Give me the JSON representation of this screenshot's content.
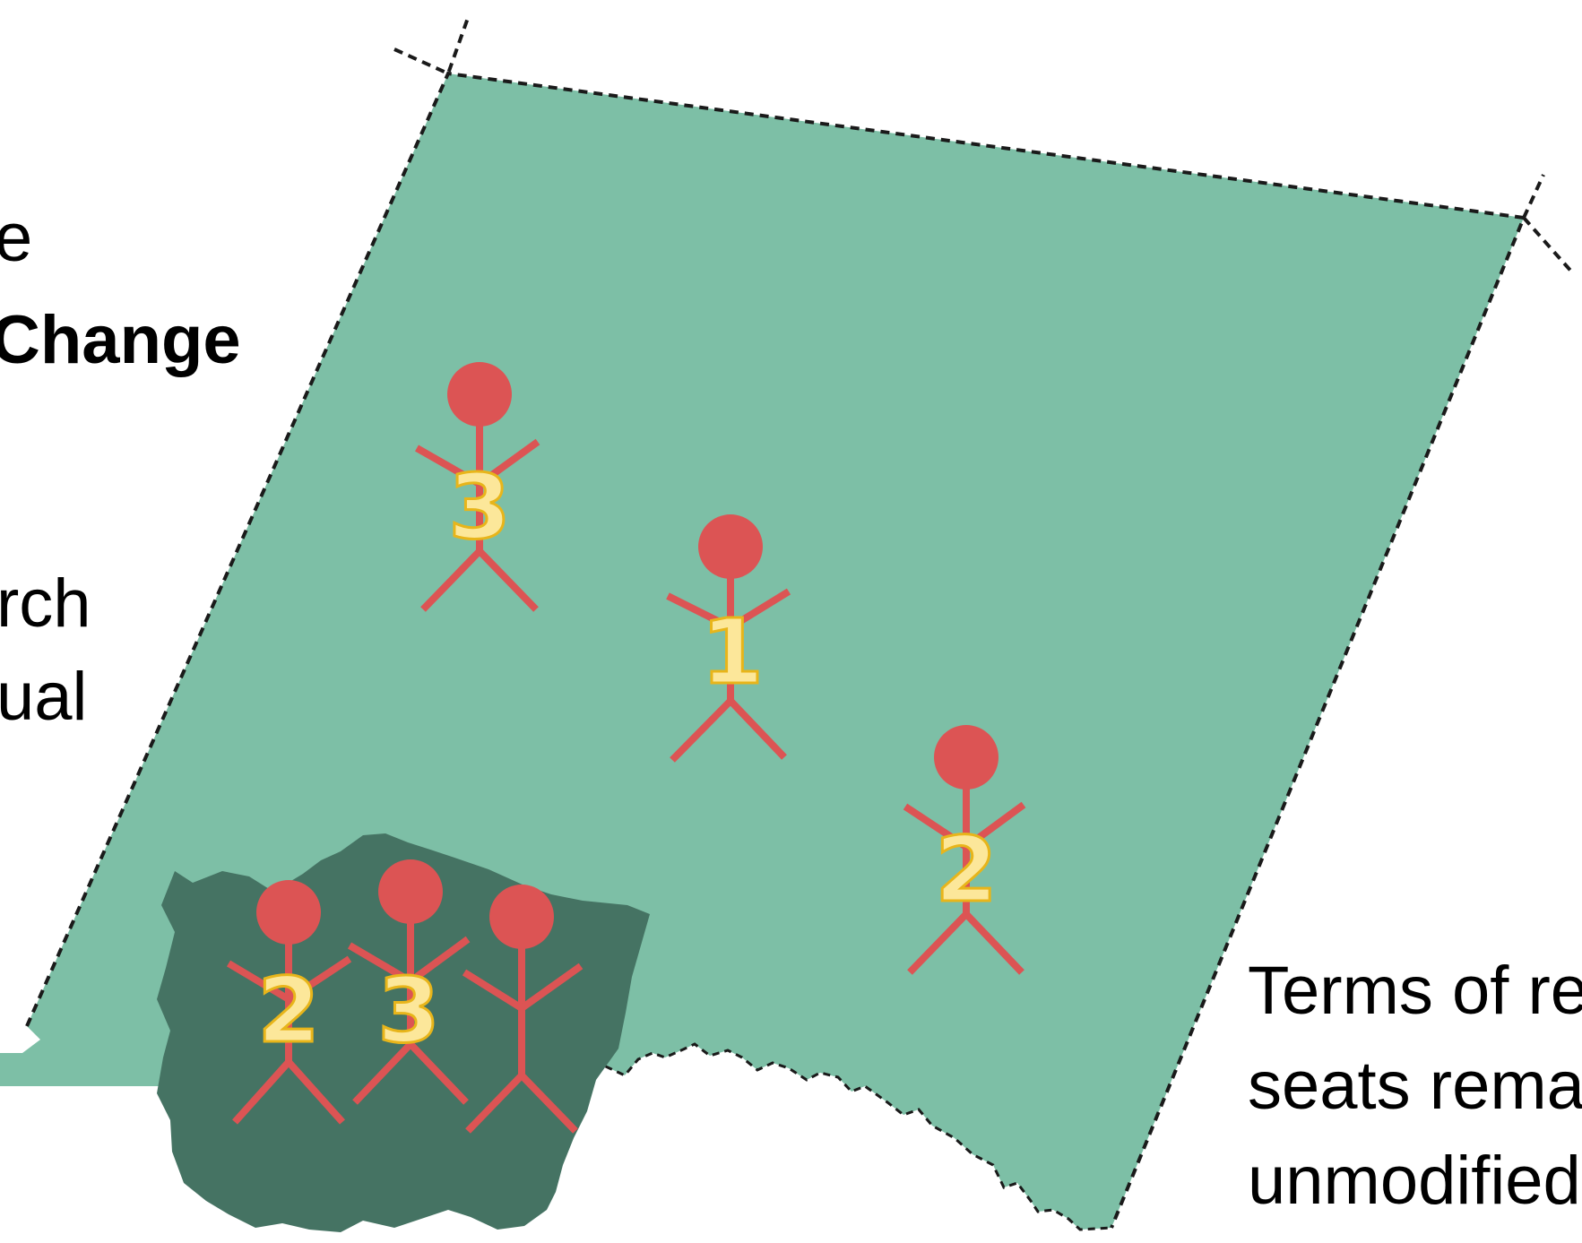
{
  "left_text": {
    "line1": "e",
    "line2": "Change",
    "line3": "rch",
    "line4": "ual"
  },
  "right_text": {
    "line1": "Terms of re",
    "line2": "seats rema",
    "line3": "unmodified"
  },
  "figures": [
    {
      "label": "3"
    },
    {
      "label": "1"
    },
    {
      "label": "2"
    },
    {
      "label": "2"
    },
    {
      "label": "3"
    },
    {
      "label": ""
    }
  ],
  "colors": {
    "region": "#7dbfa6",
    "subregion": "#457363",
    "figure": "#dc5454",
    "number_fill": "#fce79a",
    "number_stroke": "#e8b51a",
    "border": "#1a1a1a"
  }
}
